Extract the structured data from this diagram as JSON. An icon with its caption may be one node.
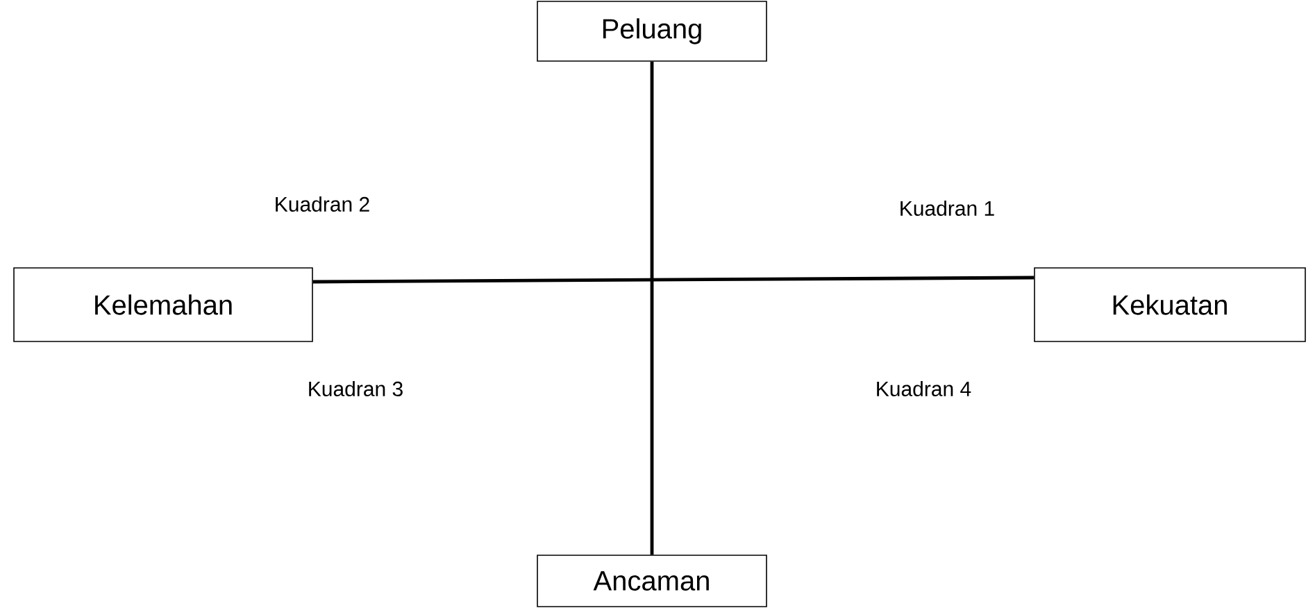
{
  "diagram": {
    "nodes": [
      {
        "text": [
          "Peluang"
        ]
      },
      {
        "text": [
          "Kelemahan"
        ]
      },
      {
        "text": [
          "Kekuatan"
        ]
      },
      {
        "text": [
          "Ancaman"
        ]
      }
    ],
    "edges": [
      {
        "from": 0,
        "to": 3,
        "arrow": "none"
      },
      {
        "from": 1,
        "to": 2,
        "arrow": "none"
      }
    ],
    "labels": [
      "Kuadran 2",
      "Kuadran 1",
      "Kuadran 3",
      "Kuadran 4"
    ]
  }
}
